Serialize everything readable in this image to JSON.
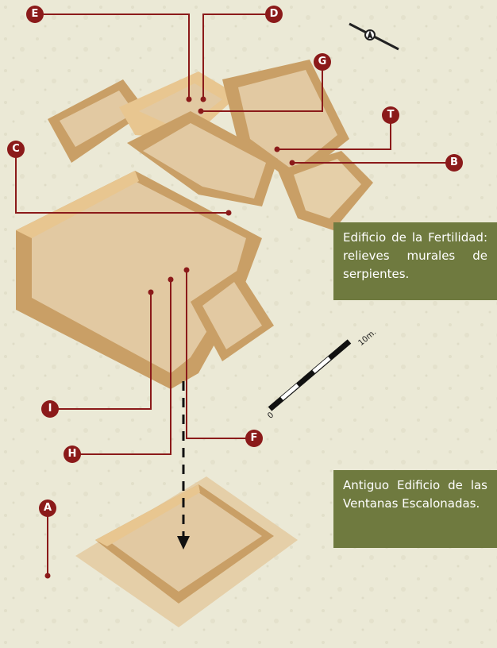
{
  "markers": {
    "A": "A",
    "B": "B",
    "C": "C",
    "D": "D",
    "E": "E",
    "F": "F",
    "G": "G",
    "H": "H",
    "I": "I",
    "T": "T"
  },
  "captions": {
    "fertility_building": "Edificio de la Fertilidad: relieves murales de serpientes.",
    "stepped_windows_building": "Antiguo Edificio de las Ventanas Escalonadas."
  },
  "scale": {
    "start_label": "0",
    "end_label": "10m."
  },
  "colors": {
    "marker": "#8b1a1a",
    "caption_bg": "#6f7a3f",
    "background": "#ebe9d6",
    "wall_top": "#e8c690",
    "wall_side": "#c99f66",
    "floor": "#e2c9a2"
  },
  "icons": {
    "compass": "compass-icon"
  }
}
